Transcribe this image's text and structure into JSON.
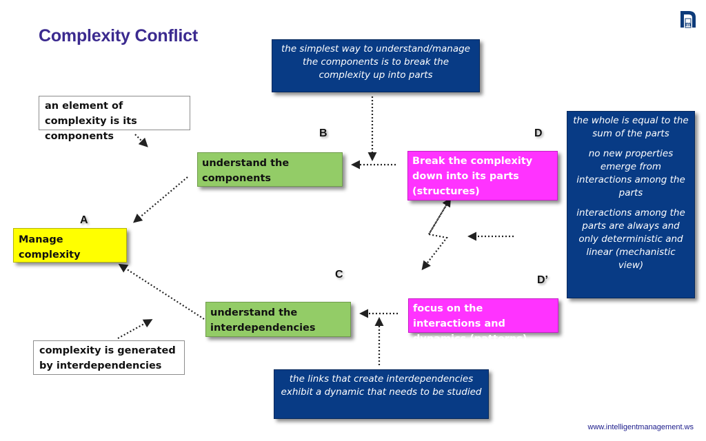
{
  "title": "Complexity Conflict",
  "footer_url": "www.intelligentmanagement.ws",
  "logo": {
    "icon": "im-logo-icon",
    "letters": "im",
    "color": "#0d3b7a"
  },
  "colors": {
    "title": "#3b2a8f",
    "navy": "#083b85",
    "green": "#93cc67",
    "pink": "#ff33ff",
    "yellow": "#ffff00"
  },
  "nodes": {
    "manage": "Manage complexity",
    "components": "understand the components",
    "interdependencies": "understand the interdependencies",
    "break": "Break the complexity down into its parts (structures)",
    "focus": "focus on the interactions and dynamics (patterns)"
  },
  "letters": {
    "a": "A",
    "b": "B",
    "c": "C",
    "d": "D",
    "d_prime": "D’"
  },
  "notes": {
    "element": "an element of complexity is its components",
    "generated": "complexity is generated by interdependencies",
    "simplest": "the simplest way to understand/manage the components is to break the complexity up into parts",
    "links": "the links that create interdependencies exhibit a dynamic that needs to be studied",
    "whole_1": "the whole is equal to the sum of the parts",
    "whole_2": "no new properties emerge from interactions among the parts",
    "whole_3": "interactions among the parts are always and only deterministic and linear (mechanistic view)"
  }
}
